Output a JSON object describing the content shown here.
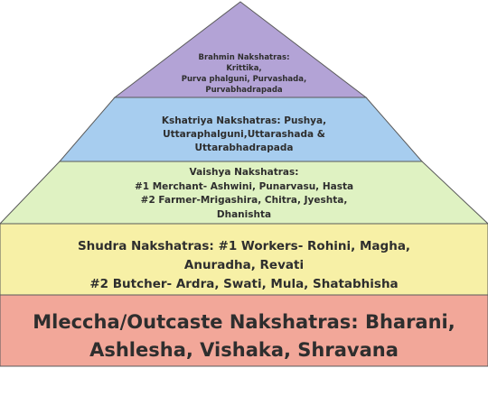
{
  "colors": {
    "tier1": "#b3a3d6",
    "tier2": "#a7cdef",
    "tier3": "#dff2c2",
    "tier4": "#f7f0a6",
    "tier5": "#f2a799",
    "outline": "#5a5a5a"
  },
  "tiers": [
    {
      "lines": [
        "Brahmin Nakshatras:",
        "Krittika,",
        "Purva phalguni, Purvashada,",
        "Purvabhadrapada"
      ]
    },
    {
      "lines": [
        "Kshatriya Nakshatras: Pushya,",
        "Uttaraphalguni,Uttarashada &",
        "Uttarabhadrapada"
      ]
    },
    {
      "lines": [
        "Vaishya Nakshatras:",
        "#1 Merchant- Ashwini, Punarvasu, Hasta",
        "#2 Farmer-Mrigashira, Chitra, Jyeshta,",
        "Dhanishta"
      ]
    },
    {
      "lines": [
        "Shudra Nakshatras: #1 Workers- Rohini, Magha,",
        "Anuradha, Revati",
        "#2 Butcher- Ardra, Swati, Mula, Shatabhisha"
      ]
    },
    {
      "lines": [
        "Mleccha/Outcaste Nakshatras:  Bharani,",
        "Ashlesha, Vishaka, Shravana"
      ]
    }
  ]
}
